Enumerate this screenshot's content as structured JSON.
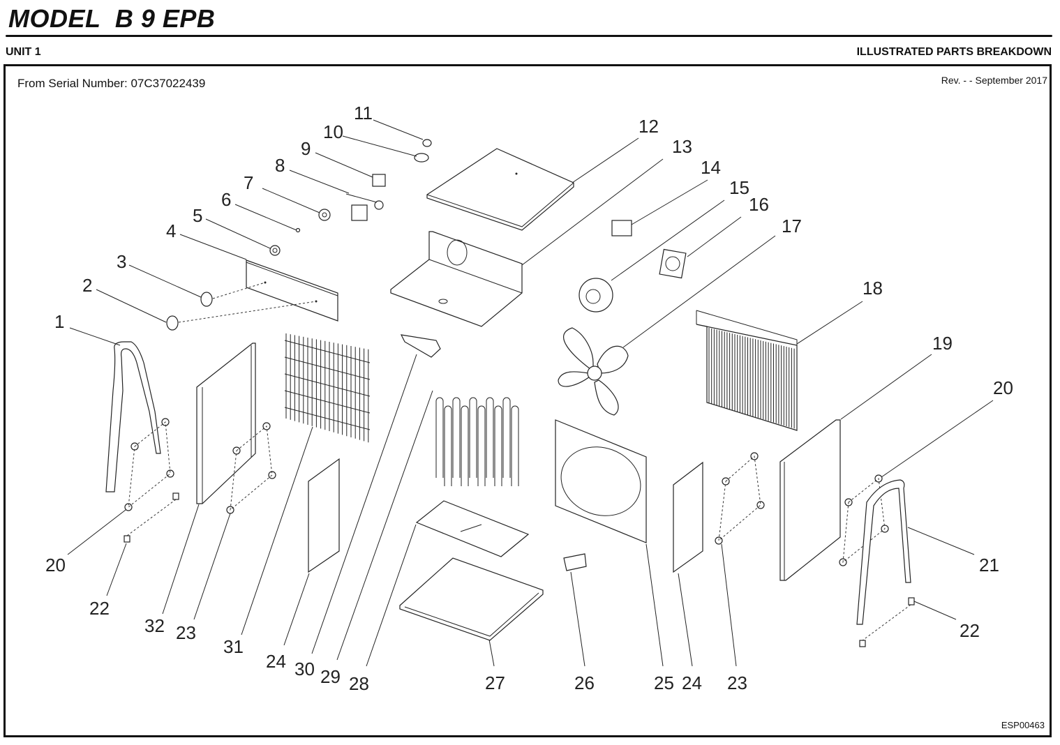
{
  "header": {
    "model_title": "MODEL  B 9 EPB",
    "unit": "UNIT 1",
    "document_type": "ILLUSTRATED PARTS BREAKDOWN"
  },
  "diagram": {
    "serial_label": "From Serial Number: 07C37022439",
    "revision": "Rev. - - September 2017",
    "drawing_id": "ESP00463",
    "callouts": [
      {
        "id": "c1",
        "label": "1",
        "part": "handle-bar-left"
      },
      {
        "id": "c2",
        "label": "2",
        "part": "knob"
      },
      {
        "id": "c3",
        "label": "3",
        "part": "knob"
      },
      {
        "id": "c4",
        "label": "4",
        "part": "control-panel"
      },
      {
        "id": "c5",
        "label": "5",
        "part": "bushing"
      },
      {
        "id": "c6",
        "label": "6",
        "part": "small-nut"
      },
      {
        "id": "c7",
        "label": "7",
        "part": "nut-ring"
      },
      {
        "id": "c8",
        "label": "8",
        "part": "thermostat"
      },
      {
        "id": "c9",
        "label": "9",
        "part": "switch"
      },
      {
        "id": "c10",
        "label": "10",
        "part": "thermal-cutout"
      },
      {
        "id": "c11",
        "label": "11",
        "part": "fuse-thermal"
      },
      {
        "id": "c12",
        "label": "12",
        "part": "top-cover"
      },
      {
        "id": "c13",
        "label": "13",
        "part": "component-bracket"
      },
      {
        "id": "c14",
        "label": "14",
        "part": "relay"
      },
      {
        "id": "c15",
        "label": "15",
        "part": "fan-motor"
      },
      {
        "id": "c16",
        "label": "16",
        "part": "motor-mount"
      },
      {
        "id": "c17",
        "label": "17",
        "part": "fan-blade"
      },
      {
        "id": "c18",
        "label": "18",
        "part": "rear-grille"
      },
      {
        "id": "c19",
        "label": "19",
        "part": "side-panel-right"
      },
      {
        "id": "c20a",
        "label": "20",
        "part": "grommet"
      },
      {
        "id": "c20b",
        "label": "20",
        "part": "grommet"
      },
      {
        "id": "c21",
        "label": "21",
        "part": "handle-bar-right"
      },
      {
        "id": "c22a",
        "label": "22",
        "part": "foot"
      },
      {
        "id": "c22b",
        "label": "22",
        "part": "foot"
      },
      {
        "id": "c23a",
        "label": "23",
        "part": "spacer"
      },
      {
        "id": "c23b",
        "label": "23",
        "part": "spacer"
      },
      {
        "id": "c24a",
        "label": "24",
        "part": "inner-panel"
      },
      {
        "id": "c24b",
        "label": "24",
        "part": "inner-panel"
      },
      {
        "id": "c25",
        "label": "25",
        "part": "fan-shroud"
      },
      {
        "id": "c26",
        "label": "26",
        "part": "element-bracket"
      },
      {
        "id": "c27",
        "label": "27",
        "part": "base-tray"
      },
      {
        "id": "c28",
        "label": "28",
        "part": "element-support"
      },
      {
        "id": "c29",
        "label": "29",
        "part": "heating-element"
      },
      {
        "id": "c30",
        "label": "30",
        "part": "deflector-bracket"
      },
      {
        "id": "c31",
        "label": "31",
        "part": "front-guard"
      },
      {
        "id": "c32",
        "label": "32",
        "part": "side-panel-left"
      }
    ]
  }
}
